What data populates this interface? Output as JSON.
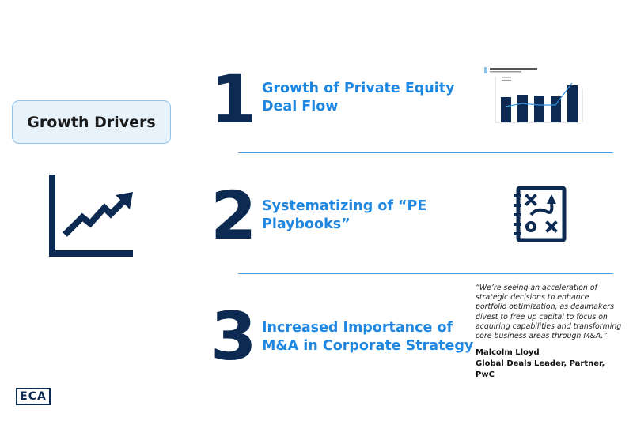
{
  "sidebar": {
    "box_label": "Growth Drivers"
  },
  "items": [
    {
      "number": "1",
      "title": "Growth of Private Equity\nDeal Flow"
    },
    {
      "number": "2",
      "title": "Systematizing of “PE\nPlaybooks”"
    },
    {
      "number": "3",
      "title": "Increased Importance of\nM&A in Corporate Strategy"
    }
  ],
  "quote": {
    "text": "“We’re seeing an acceleration of strategic decisions to enhance portfolio optimization, as dealmakers divest to free up capital to focus on acquiring capabilities and transforming core business areas through M&A.”",
    "author_name": "Malcolm Lloyd",
    "author_title": "Global Deals Leader, Partner, PwC"
  },
  "logo": {
    "text": "ECA"
  },
  "icons": {
    "growth": "line-chart-icon",
    "playbook": "playbook-strategy-icon",
    "thumbnail": "deal-flow-chart-thumbnail"
  },
  "colors": {
    "navy": "#0d2b52",
    "accent_blue": "#1f87e0",
    "box_fill": "#e8f2fb",
    "box_border": "#8ec3ec"
  }
}
